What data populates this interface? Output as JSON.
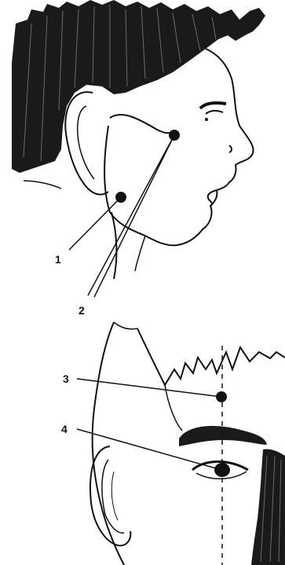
{
  "callouts": [
    {
      "id": "1",
      "label": "1"
    },
    {
      "id": "2",
      "label": "2"
    },
    {
      "id": "3",
      "label": "3"
    },
    {
      "id": "4",
      "label": "4"
    }
  ],
  "colors": {
    "ink": "#111111",
    "paper": "#ffffff"
  }
}
